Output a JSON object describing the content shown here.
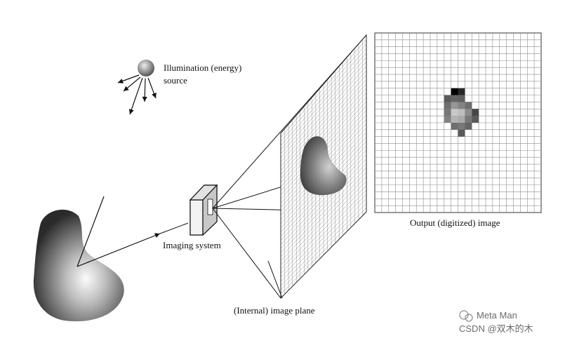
{
  "labels": {
    "illumination_line1": "Illumination (energy)",
    "illumination_line2": "source",
    "imaging_system": "Imaging system",
    "internal_plane": "(Internal) image plane",
    "output_image": "Output (digitized) image"
  },
  "watermark": {
    "line1": "Meta Man",
    "line2": "CSDN @双木的木"
  },
  "colors": {
    "line": "#1a1a1a",
    "grid": "#8c8c8c",
    "object_light": "#f4f4f4",
    "object_dark": "#2b2b2b"
  },
  "digitized_pixels": {
    "shades": [
      [
        -1,
        -1,
        0,
        40,
        -1,
        -1
      ],
      [
        -1,
        90,
        100,
        95,
        -1,
        -1
      ],
      [
        -1,
        110,
        150,
        130,
        110,
        -1
      ],
      [
        -1,
        120,
        200,
        190,
        140,
        70
      ],
      [
        -1,
        130,
        180,
        170,
        120,
        90
      ],
      [
        -1,
        -1,
        110,
        120,
        100,
        -1
      ],
      [
        -1,
        -1,
        -1,
        90,
        -1,
        -1
      ]
    ]
  }
}
